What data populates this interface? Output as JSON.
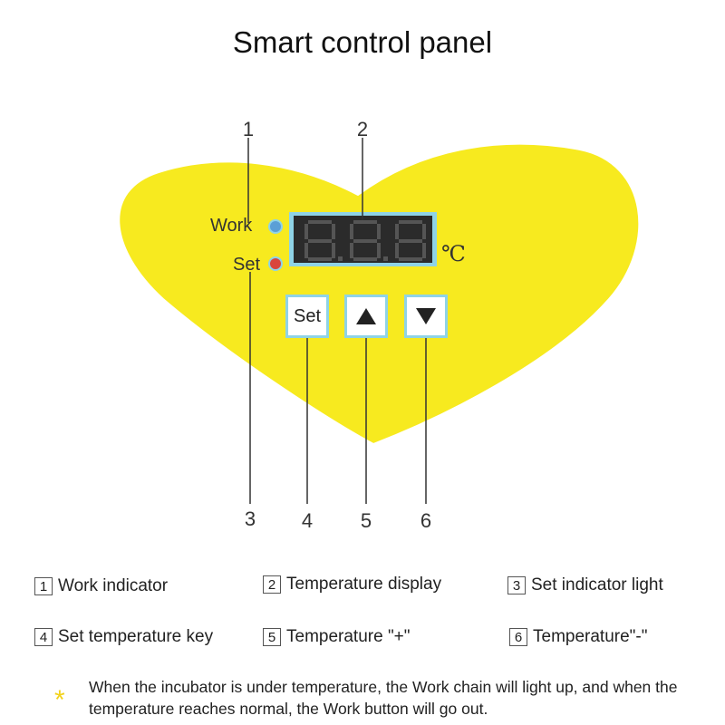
{
  "title": "Smart control panel",
  "callouts": [
    "1",
    "2",
    "3",
    "4",
    "5",
    "6"
  ],
  "panel": {
    "work_label": "Work",
    "set_label": "Set",
    "display_unit": "℃",
    "display_digits": [
      "8.",
      "8.",
      "8"
    ],
    "set_key_label": "Set",
    "up_key_icon": "triangle-up-icon",
    "down_key_icon": "triangle-down-icon",
    "colors": {
      "panel_yellow": "#f7ea1f",
      "display_bg": "#2b2b2b",
      "display_frame": "#8fd3e6",
      "work_led": "#5b9fd6",
      "set_led": "#d9453b"
    }
  },
  "legend": [
    {
      "num": "1",
      "text": "Work indicator"
    },
    {
      "num": "2",
      "text": "Temperature display"
    },
    {
      "num": "3",
      "text": "Set indicator light"
    },
    {
      "num": "4",
      "text": "Set temperature key"
    },
    {
      "num": "5",
      "text": "Temperature \"+\""
    },
    {
      "num": "6",
      "text": "Temperature\"-\""
    }
  ],
  "note": {
    "marker": "*",
    "text": "When the incubator is under temperature, the Work chain will light up, and when the temperature reaches normal, the Work button will go out."
  }
}
